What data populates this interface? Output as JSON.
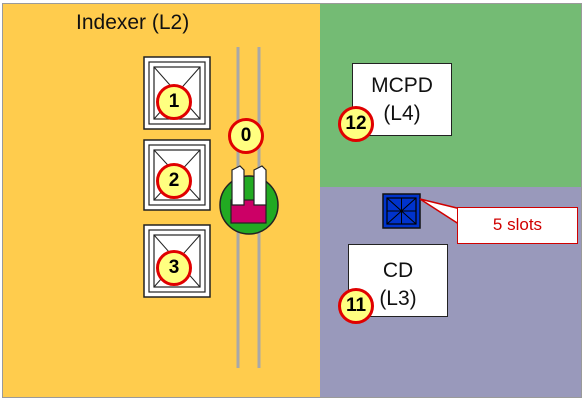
{
  "title": "Indexer (L2)",
  "mcpd": {
    "name": "MCPD",
    "level": "(L4)",
    "badge": "12"
  },
  "cd": {
    "name": "CD",
    "level": "(L3)",
    "badge": "11"
  },
  "slots": [
    {
      "badge": "1"
    },
    {
      "badge": "2"
    },
    {
      "badge": "3"
    }
  ],
  "robot": {
    "badge": "0"
  },
  "callout": {
    "text": "5 slots"
  },
  "colors": {
    "indexer": "#FFCC4D",
    "mcpd_zone": "#74BB74",
    "cd_zone": "#9999BB",
    "badge_fill": "#FFFF80",
    "badge_ring": "#E00000",
    "robot_base": "#22AA22",
    "robot_gripper": "#CC0066",
    "cassette": "#0033CC"
  }
}
